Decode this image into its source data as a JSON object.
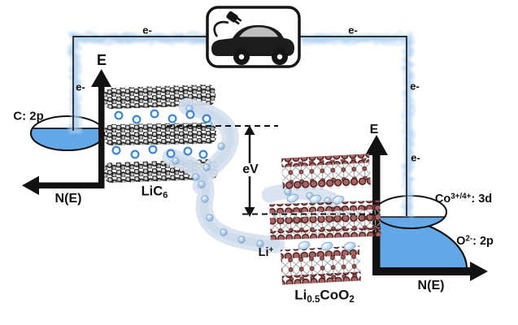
{
  "figure": {
    "electron_label": "e-",
    "voltage_gap_label": "eV",
    "li_ion": {
      "base": "Li",
      "sup": "+"
    },
    "anode": {
      "band_label": "C: 2p",
      "energy_axis": "E",
      "dos_axis": "N(E)",
      "material": {
        "base": "LiC",
        "sub": "6"
      }
    },
    "cathode": {
      "energy_axis": "E",
      "dos_axis": "N(E)",
      "band_3d": {
        "base": "Co",
        "sup": "3+/4+",
        "rest": ": 3d"
      },
      "band_2p": {
        "base": "O",
        "sup": "2-",
        "rest": ": 2p"
      },
      "material": {
        "b1": "Li",
        "s1": "0.5",
        "b2": "CoO",
        "s2": "2"
      }
    },
    "colors": {
      "band_fill_blue": "#64a8e8",
      "wire_glow": "#9cc5ee",
      "wire_glow_outer": "#bcd7f2",
      "ion_path": "#d6e1ef",
      "graphite": "#2b2b2b",
      "cobalt_oxide": "#a86464"
    }
  }
}
